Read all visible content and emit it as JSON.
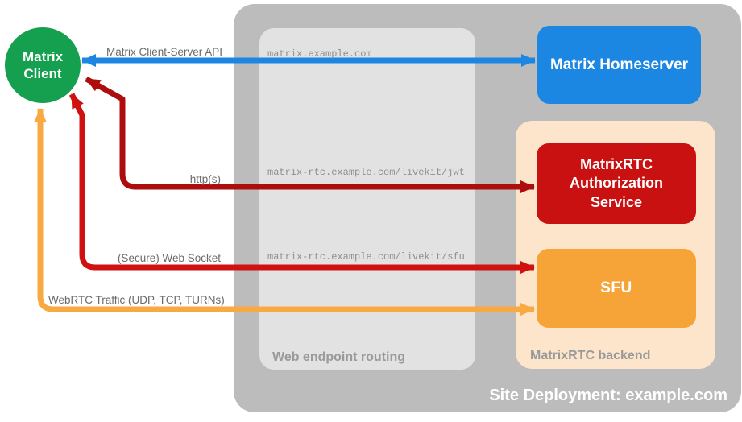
{
  "colors": {
    "client_green": "#14a04e",
    "homeserver_blue": "#1b87e2",
    "auth_red": "#c91111",
    "sfu_orange": "#f6a338",
    "backend_peach": "#fce5cb",
    "outer_gray": "#bcbcbc",
    "routing_gray": "#e2e2e2",
    "arrow_blue": "#1b87e2",
    "arrow_red_dark": "#ad0d0d",
    "arrow_red_bright": "#cf1110",
    "arrow_orange": "#f9a942"
  },
  "nodes": {
    "client": {
      "label": "Matrix Client"
    },
    "homeserver": {
      "label": "Matrix Homeserver"
    },
    "auth_service": {
      "label": "MatrixRTC Authorization Service"
    },
    "sfu": {
      "label": "SFU"
    }
  },
  "groups": {
    "site": {
      "label": "Site Deployment: example.com"
    },
    "routing": {
      "label": "Web endpoint routing",
      "endpoints": [
        "matrix.example.com",
        "matrix-rtc.example.com/livekit/jwt",
        "matrix-rtc.example.com/livekit/sfu"
      ]
    },
    "backend": {
      "label": "MatrixRTC backend"
    }
  },
  "connections": [
    {
      "label": "Matrix Client-Server API",
      "from": "Matrix Client",
      "to": "Matrix Homeserver",
      "color": "#1b87e2",
      "bidirectional": true
    },
    {
      "label": "http(s)",
      "from": "Matrix Client",
      "to": "MatrixRTC Authorization Service",
      "color": "#ad0d0d",
      "bidirectional": true
    },
    {
      "label": "(Secure) Web Socket",
      "from": "Matrix Client",
      "to": "SFU",
      "color": "#cf1110",
      "bidirectional": true
    },
    {
      "label": "WebRTC Traffic (UDP, TCP, TURNs)",
      "from": "Matrix Client",
      "to": "SFU",
      "color": "#f9a942",
      "bidirectional": true
    }
  ]
}
